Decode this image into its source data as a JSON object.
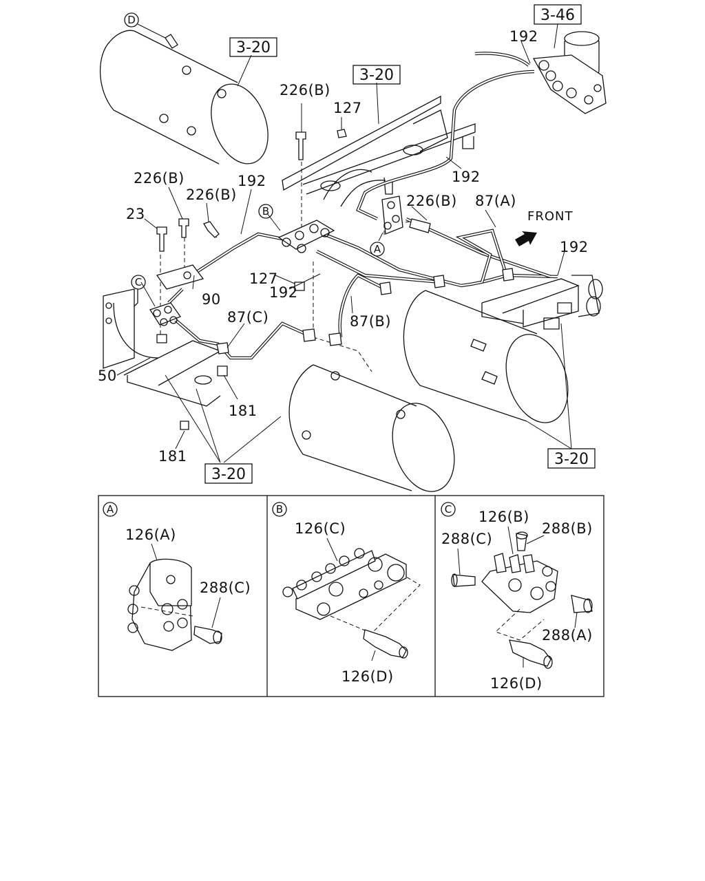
{
  "references": {
    "ref_3_46": "3-46",
    "ref_3_20_top_left": "3-20",
    "ref_3_20_top_mid": "3-20",
    "ref_3_20_bottom_right": "3-20",
    "ref_3_20_bottom_mid": "3-20"
  },
  "circle_markers": {
    "d_top": "D",
    "b_main": "B",
    "a_main": "A",
    "c_main": "C"
  },
  "part_labels": {
    "p192_top": "192",
    "p226b_top": "226(B)",
    "p127_top": "127",
    "p192_mid": "192",
    "p226b_left1": "226(B)",
    "p226b_left2": "226(B)",
    "p192_left": "192",
    "p226b_right": "226(B)",
    "p87a": "87(A)",
    "p23": "23",
    "p127_mid": "127",
    "p192_right": "192",
    "p90": "90",
    "p192_center": "192",
    "p87c": "87(C)",
    "p87b": "87(B)",
    "p50": "50",
    "p181_right": "181",
    "p181_left": "181"
  },
  "direction": {
    "front": "FRONT"
  },
  "detail_a": {
    "marker": "A",
    "p126a": "126(A)",
    "p288c": "288(C)"
  },
  "detail_b": {
    "marker": "B",
    "p126c": "126(C)",
    "p126d": "126(D)"
  },
  "detail_c": {
    "marker": "C",
    "p126b": "126(B)",
    "p288b": "288(B)",
    "p288c": "288(C)",
    "p288a": "288(A)",
    "p126d": "126(D)"
  }
}
